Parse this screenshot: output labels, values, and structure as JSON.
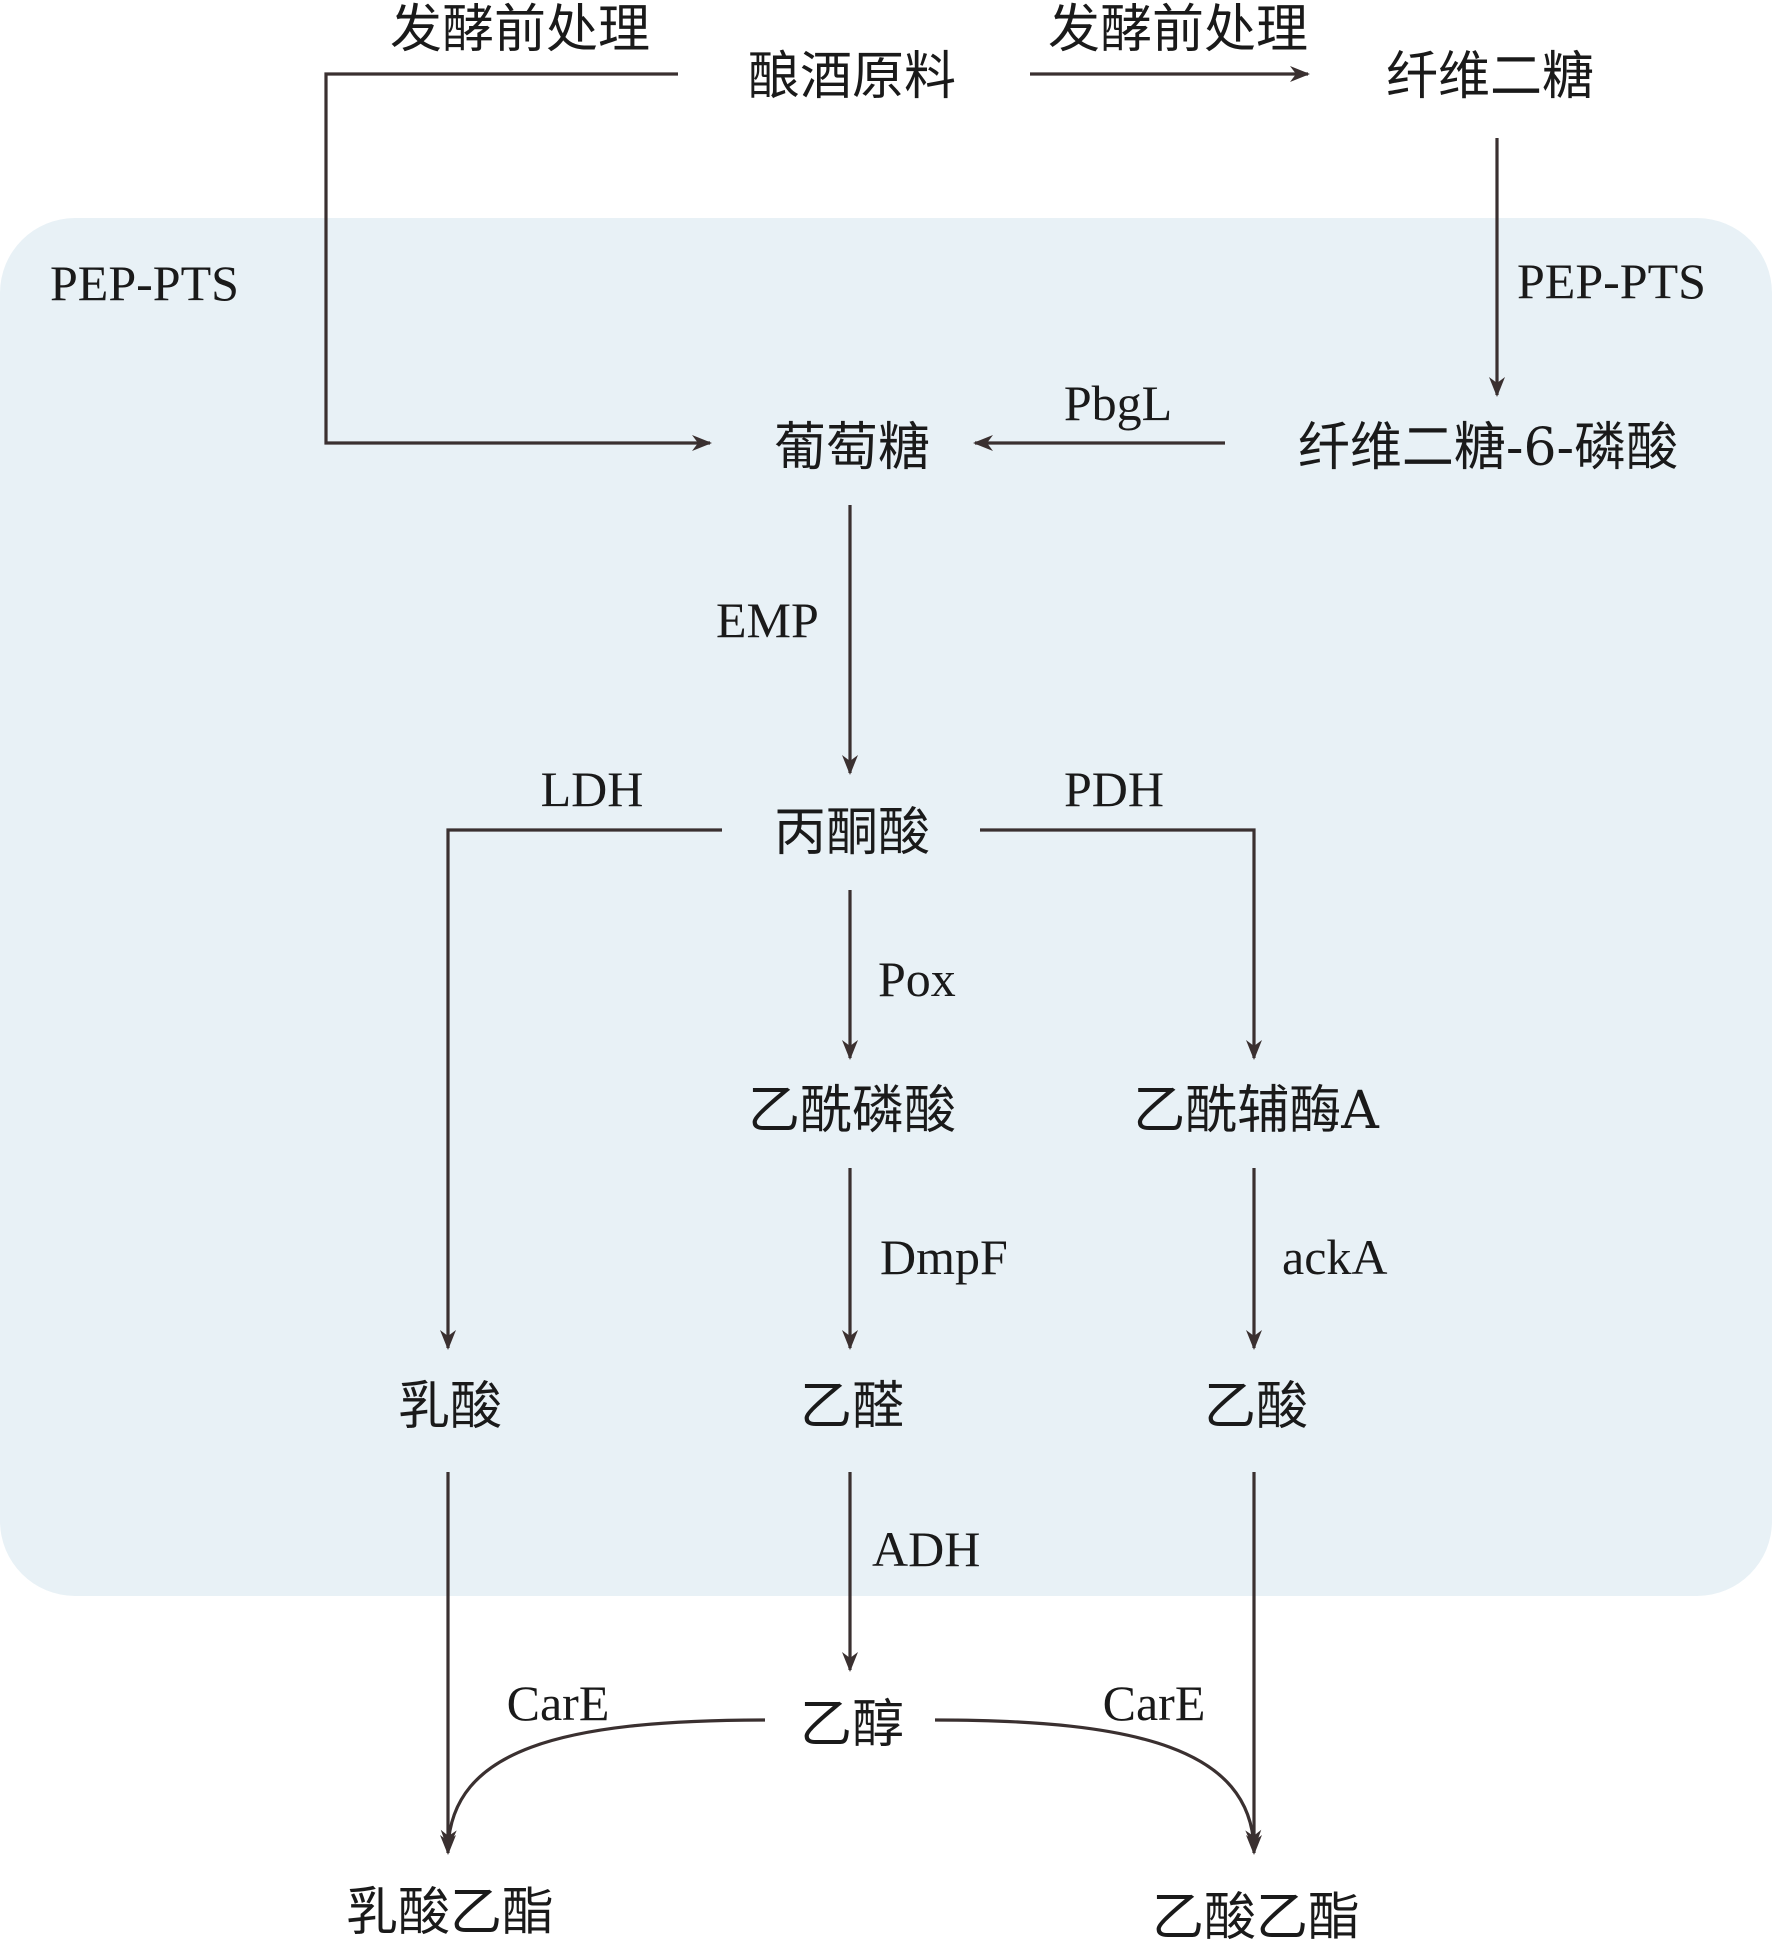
{
  "colors": {
    "cell_background": "#e8f1f6",
    "line": "#3a3030",
    "text": "#1a1a1a"
  },
  "nodes": {
    "raw_material": "酿酒原料",
    "cellobiose": "纤维二糖",
    "glucose": "葡萄糖",
    "cellobiose_6p": "纤维二糖-6-磷酸",
    "pyruvate": "丙酮酸",
    "acetyl_phosphate": "乙酰磷酸",
    "acetyl_coa": "乙酰辅酶A",
    "lactic_acid": "乳酸",
    "acetaldehyde": "乙醛",
    "acetic_acid": "乙酸",
    "ethanol": "乙醇",
    "ethyl_lactate": "乳酸乙酯",
    "ethyl_acetate": "乙酸乙酯"
  },
  "edges": {
    "pretreat_left": "发酵前处理",
    "pretreat_right": "发酵前处理",
    "pep_pts_left": "PEP-PTS",
    "pep_pts_right": "PEP-PTS",
    "pbgl": "PbgL",
    "emp": "EMP",
    "ldh": "LDH",
    "pdh": "PDH",
    "pox": "Pox",
    "dmpf": "DmpF",
    "acka": "ackA",
    "adh": "ADH",
    "care_left": "CarE",
    "care_right": "CarE"
  }
}
